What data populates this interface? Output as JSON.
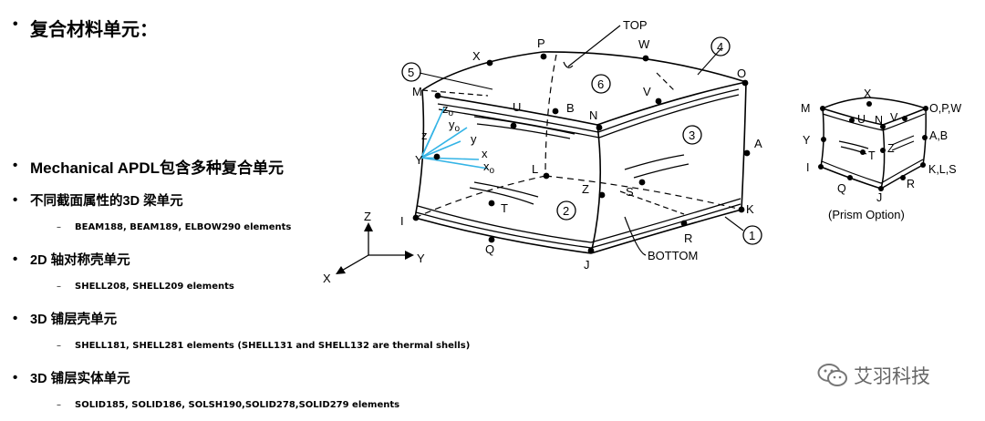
{
  "slide": {
    "title": "复合材料单元：",
    "bullets": [
      {
        "text": "Mechanical APDL包含多种复合单元",
        "level": 1
      },
      {
        "text": "不同截面属性的3D 梁单元",
        "level": 2,
        "sub": "BEAM188, BEAM189, ELBOW290 elements"
      },
      {
        "text": "2D 轴对称壳单元",
        "level": 2,
        "sub": "SHELL208, SHELL209 elements"
      },
      {
        "text": "3D 铺层壳单元",
        "level": 2,
        "sub": "SHELL181, SHELL281 elements (SHELL131 and SHELL132 are thermal shells)"
      },
      {
        "text": "3D 铺层实体单元",
        "level": 2,
        "sub": "SOLID185, SOLID186, SOLSH190,SOLID278,SOLID279 elements"
      }
    ],
    "bullet_symbol": "•",
    "dash_symbol": "–"
  },
  "diagram": {
    "labels": {
      "TOP": "TOP",
      "BOTTOM": "BOTTOM",
      "P": "P",
      "W": "W",
      "X": "X",
      "O": "O",
      "M": "M",
      "U": "U",
      "B": "B",
      "N": "N",
      "V": "V",
      "A": "A",
      "Y": "Y",
      "L": "L",
      "Z": "Z",
      "S": "S",
      "T": "T",
      "I": "I",
      "Q": "Q",
      "J": "J",
      "R": "R",
      "K": "K",
      "c1": "1",
      "c2": "2",
      "c3": "3",
      "c4": "4",
      "c5": "5",
      "c6": "6",
      "zo": "z",
      "yo": "y",
      "xo": "x",
      "o_sub": "o",
      "z": "z",
      "y": "y",
      "x": "x",
      "axZ": "Z",
      "axY": "Y",
      "axX": "X"
    },
    "prism": {
      "M": "M",
      "X": "X",
      "OPW": "O,P,W",
      "U": "U",
      "N": "N",
      "V": "V",
      "Y": "Y",
      "AB": "A,B",
      "T": "T",
      "Z": "Z",
      "I": "I",
      "KLS": "K,L,S",
      "Q": "Q",
      "R": "R",
      "J": "J",
      "caption": "(Prism Option)"
    }
  },
  "watermark": {
    "text": "艾羽科技",
    "icon": "wechat-icon"
  }
}
